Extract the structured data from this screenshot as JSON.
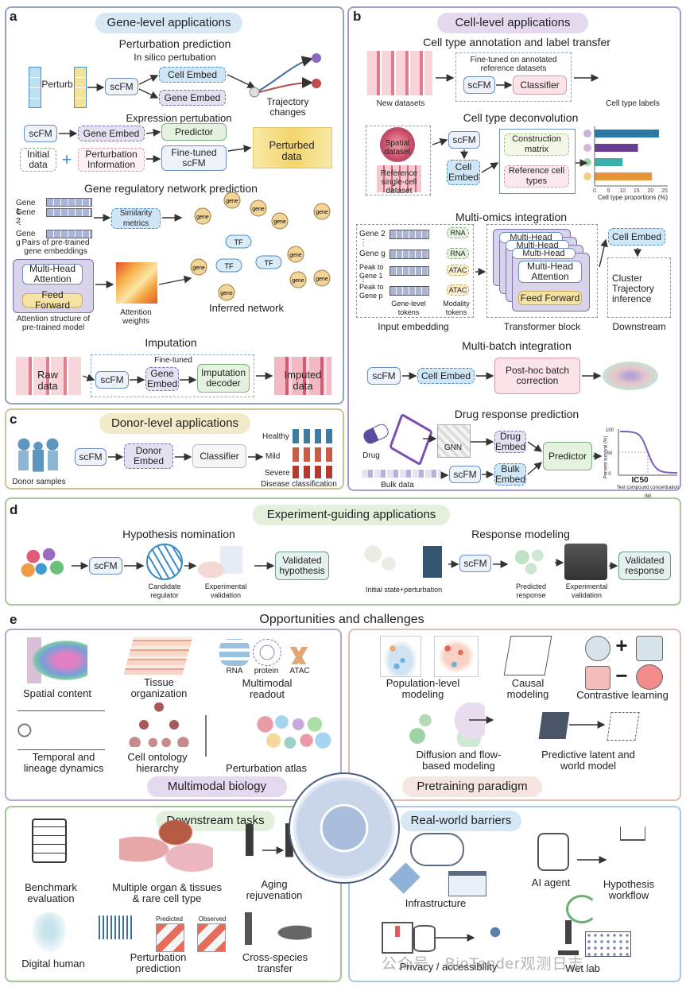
{
  "a": {
    "letter": "a",
    "title": "Gene-level applications",
    "pert": {
      "title": "Perturbation prediction",
      "sub": "In silico pertubation",
      "perturb": "Perturb",
      "scfm": "scFM",
      "cell_embed": "Cell Embed",
      "gene_embed": "Gene Embed",
      "trajectory": "Trajectory changes"
    },
    "expr": {
      "title": "Expression pertubation",
      "scfm": "scFM",
      "gene_embed": "Gene Embed",
      "predictor": "Predictor",
      "initial": "Initial data",
      "plus": "+",
      "pert_info": "Perturbation Information",
      "finetuned": "Fine-tuned scFM",
      "perturbed": "Perturbed data"
    },
    "grn": {
      "title": "Gene regulatory network prediction",
      "genes": [
        "Gene 1",
        "Gene 2",
        "⋮",
        "Gene g"
      ],
      "pairs": "Pairs of pre-trained gene embeddings",
      "similarity": "Similarity metrics",
      "mha": "Multi-Head Attention",
      "ff": "Feed Forward",
      "attn_struct": "Attention structure of pre-trained model",
      "attn_weights": "Attention weights",
      "inferred": "Inferred network",
      "gene": "gene",
      "tf": "TF"
    },
    "imp": {
      "title": "Imputation",
      "raw": "Raw data",
      "finetuned": "Fine-tuned",
      "scfm": "scFM",
      "gene_embed": "Gene Embed",
      "decoder": "Imputation decoder",
      "imputed": "Imputed data"
    }
  },
  "b": {
    "letter": "b",
    "title": "Cell-level applications",
    "anno": {
      "title": "Cell type annotation and label transfer",
      "new": "New datasets",
      "finetuned": "Fine-tuned on annotated reference datasets",
      "scfm": "scFM",
      "classifier": "Classifier",
      "labels": "Cell type labels"
    },
    "decon": {
      "title": "Cell type deconvolution",
      "spatial": "Spatial dataset",
      "reference": "Reference single-cell dataset",
      "scfm": "scFM",
      "cell_embed": "Cell Embed",
      "construction": "Construction matrix",
      "ref_types": "Reference cell types",
      "xlabel": "Cell type proportions (%)",
      "ticks": [
        "0",
        "5",
        "10",
        "15",
        "20",
        "25"
      ]
    },
    "multi": {
      "title": "Multi-omics integration",
      "rows": [
        "Gene 2",
        "⋮",
        "Gene g",
        "Peak to Gene 1",
        "⋮",
        "Peak to Gene p"
      ],
      "modalities": [
        "RNA",
        "RNA",
        "ATAC",
        "ATAC"
      ],
      "gene_tokens": "Gene-level tokens",
      "mod_tokens": "Modality tokens",
      "input": "Input embedding",
      "mh": "Multi-Head",
      "mha": "Multi-Head Attention",
      "ff": "Feed Forward",
      "transformer": "Transformer block",
      "cell_embed": "Cell Embed",
      "bullets": [
        "Cluster",
        "Trajectory inference"
      ],
      "downstream": "Downstream"
    },
    "batch": {
      "title": "Multi-batch integration",
      "scfm": "scFM",
      "cell_embed": "Cell Embed",
      "posthoc": "Post-hoc batch correction"
    },
    "drug": {
      "title": "Drug response prediction",
      "drug": "Drug",
      "gnn": "GNN",
      "drug_embed": "Drug Embed",
      "bulk_data": "Bulk data",
      "scfm": "scFM",
      "bulk_embed": "Bulk Embed",
      "predictor": "Predictor",
      "ic50": "IC50",
      "ylabel": "Percent survival (%)",
      "xlabel": "Text compound concentration (M)",
      "y100": "100",
      "y50": "50",
      "y0": "0"
    }
  },
  "c": {
    "letter": "c",
    "title": "Donor-level applications",
    "samples": "Donor samples",
    "scfm": "scFM",
    "donor_embed": "Donor Embed",
    "classifier": "Classifier",
    "classes": [
      "Healthy",
      "Mild",
      "Severe"
    ],
    "disease": "Disease classification"
  },
  "d": {
    "letter": "d",
    "title": "Experiment-guiding applications",
    "hyp": {
      "title": "Hypothesis nomination",
      "scfm": "scFM",
      "candidate": "Candidate regulator",
      "exp": "Experimental validation",
      "validated": "Validated hypothesis"
    },
    "resp": {
      "title": "Response modeling",
      "initial": "Initial state+perturbation",
      "scfm": "scFM",
      "predicted": "Predicted response",
      "exp": "Experimental validation",
      "validated": "Validated response"
    }
  },
  "e": {
    "letter": "e",
    "title": "Opportunities and challenges",
    "mm": {
      "label": "Multimodal biology",
      "spatial": "Spatial content",
      "tissue": "Tissue organization",
      "multimodal": "Multimodal readout",
      "rna": "RNA",
      "protein": "protein",
      "atac": "ATAC",
      "temporal": "Temporal and lineage dynamics",
      "ontology": "Cell ontology hierarchy",
      "atlas": "Perturbation atlas"
    },
    "pp": {
      "label": "Pretraining paradigm",
      "population": "Population-level modeling",
      "causal": "Causal modeling",
      "contrastive": "Contrastive learning",
      "diffusion": "Diffusion and flow-based modeling",
      "latent": "Predictive latent and world model",
      "plus": "+",
      "minus": "−"
    },
    "dt": {
      "label": "Downstream tasks",
      "benchmark": "Benchmark evaluation",
      "organ": "Multiple organ & tissues & rare cell type",
      "aging": "Aging rejuvenation",
      "digital": "Digital human",
      "pert": "Perturbation prediction",
      "predicted": "Predicted",
      "observed": "Observed",
      "cross": "Cross-species transfer"
    },
    "rw": {
      "label": "Real-world barriers",
      "infra": "Infrastructure",
      "agent": "AI agent",
      "workflow": "Hypothesis workflow",
      "privacy": "Privacy / accessibility",
      "wetlab": "Wet lab"
    }
  },
  "watermark": "公众号 · BioTender观测日志",
  "colors": {
    "blue_panel": "#8fb2d6",
    "purple_panel": "#b7a8d2",
    "tan_panel": "#d8c99a",
    "green_panel": "#9fc795",
    "pink_panel": "#dfbdb5"
  }
}
